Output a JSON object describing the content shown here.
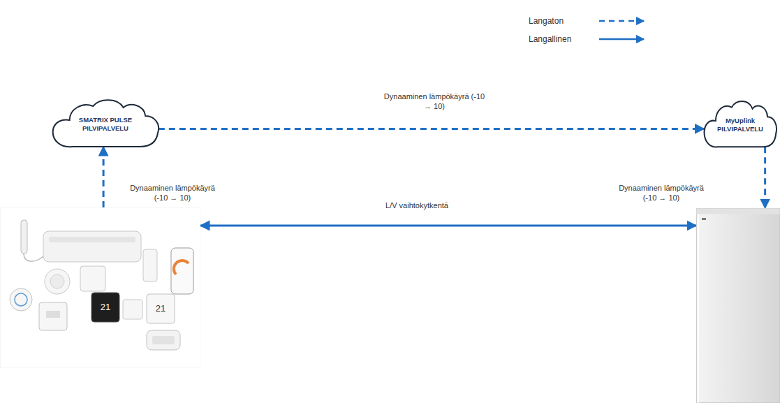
{
  "diagram": {
    "nodes": [
      {
        "text": [
          "SMATRIX PULSE PILVIPALVELU"
        ]
      },
      {
        "text": [
          "MyUplink PILVIPALVELU"
        ]
      },
      {
        "text": [
          "21",
          "21"
        ]
      },
      {
        "text": []
      }
    ],
    "edges": [
      {
        "from": 0,
        "to": 1,
        "arrow": "to",
        "label": "Dynaaminen lämpökäyrä (-10 → 10)"
      },
      {
        "from": 2,
        "to": 0,
        "arrow": "to",
        "label": "Dynaaminen lämpökäyrä (-10 → 10)"
      },
      {
        "from": 1,
        "to": 3,
        "arrow": "to",
        "label": "Dynaaminen lämpökäyrä (-10 → 10)"
      },
      {
        "from": 2,
        "to": 3,
        "arrow": "both",
        "label": "L/V vaihtokytkentä"
      }
    ],
    "legend": [
      {
        "text": "Langaton"
      },
      {
        "text": "Langallinen"
      }
    ]
  }
}
